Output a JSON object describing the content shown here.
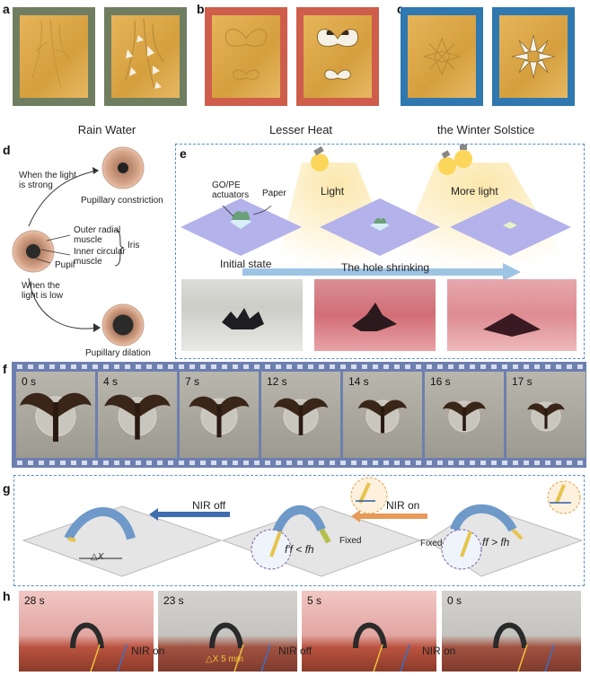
{
  "panels": {
    "a": "a",
    "b": "b",
    "c": "c",
    "d": "d",
    "e": "e",
    "f": "f",
    "g": "g",
    "h": "h"
  },
  "captions": {
    "a": "Rain Water",
    "b": "Lesser Heat",
    "c": "the Winter Solstice"
  },
  "panel_colors": {
    "a_frame": "#6f7e61",
    "b_frame": "#cf5d4b",
    "c_frame": "#2f78b0"
  },
  "d": {
    "strong_light": "When the light\nis strong",
    "constriction": "Pupillary constriction",
    "outer": "Outer radial\nmuscle",
    "inner": "Inner circular\nmuscle",
    "iris": "Iris",
    "pupil": "Pupil",
    "low_light": "When the\nlight is low",
    "dilation": "Pupillary dilation"
  },
  "e": {
    "actuators": "GO/PE\nactuators",
    "paper": "Paper",
    "light": "Light",
    "more_light": "More light",
    "initial": "Initial state",
    "shrinking": "The hole shrinking"
  },
  "f": {
    "times": [
      "0 s",
      "4 s",
      "7 s",
      "12 s",
      "14 s",
      "16 s",
      "17 s"
    ]
  },
  "g": {
    "nir_off": "NIR off",
    "nir_on": "NIR on",
    "delta_x": "△X",
    "fixed_1": "Fixed",
    "fixed_2": "Fixed",
    "ineq_1": "f′f < fh",
    "ineq_2": "ff > fh",
    "fh": "fh",
    "ff": "ff"
  },
  "h": {
    "times": [
      "28 s",
      "23 s",
      "5 s",
      "0 s"
    ],
    "nir_on_1": "NIR on",
    "nir_off": "NIR off",
    "nir_on_2": "NIR on",
    "delta": "△X  5 mm"
  }
}
